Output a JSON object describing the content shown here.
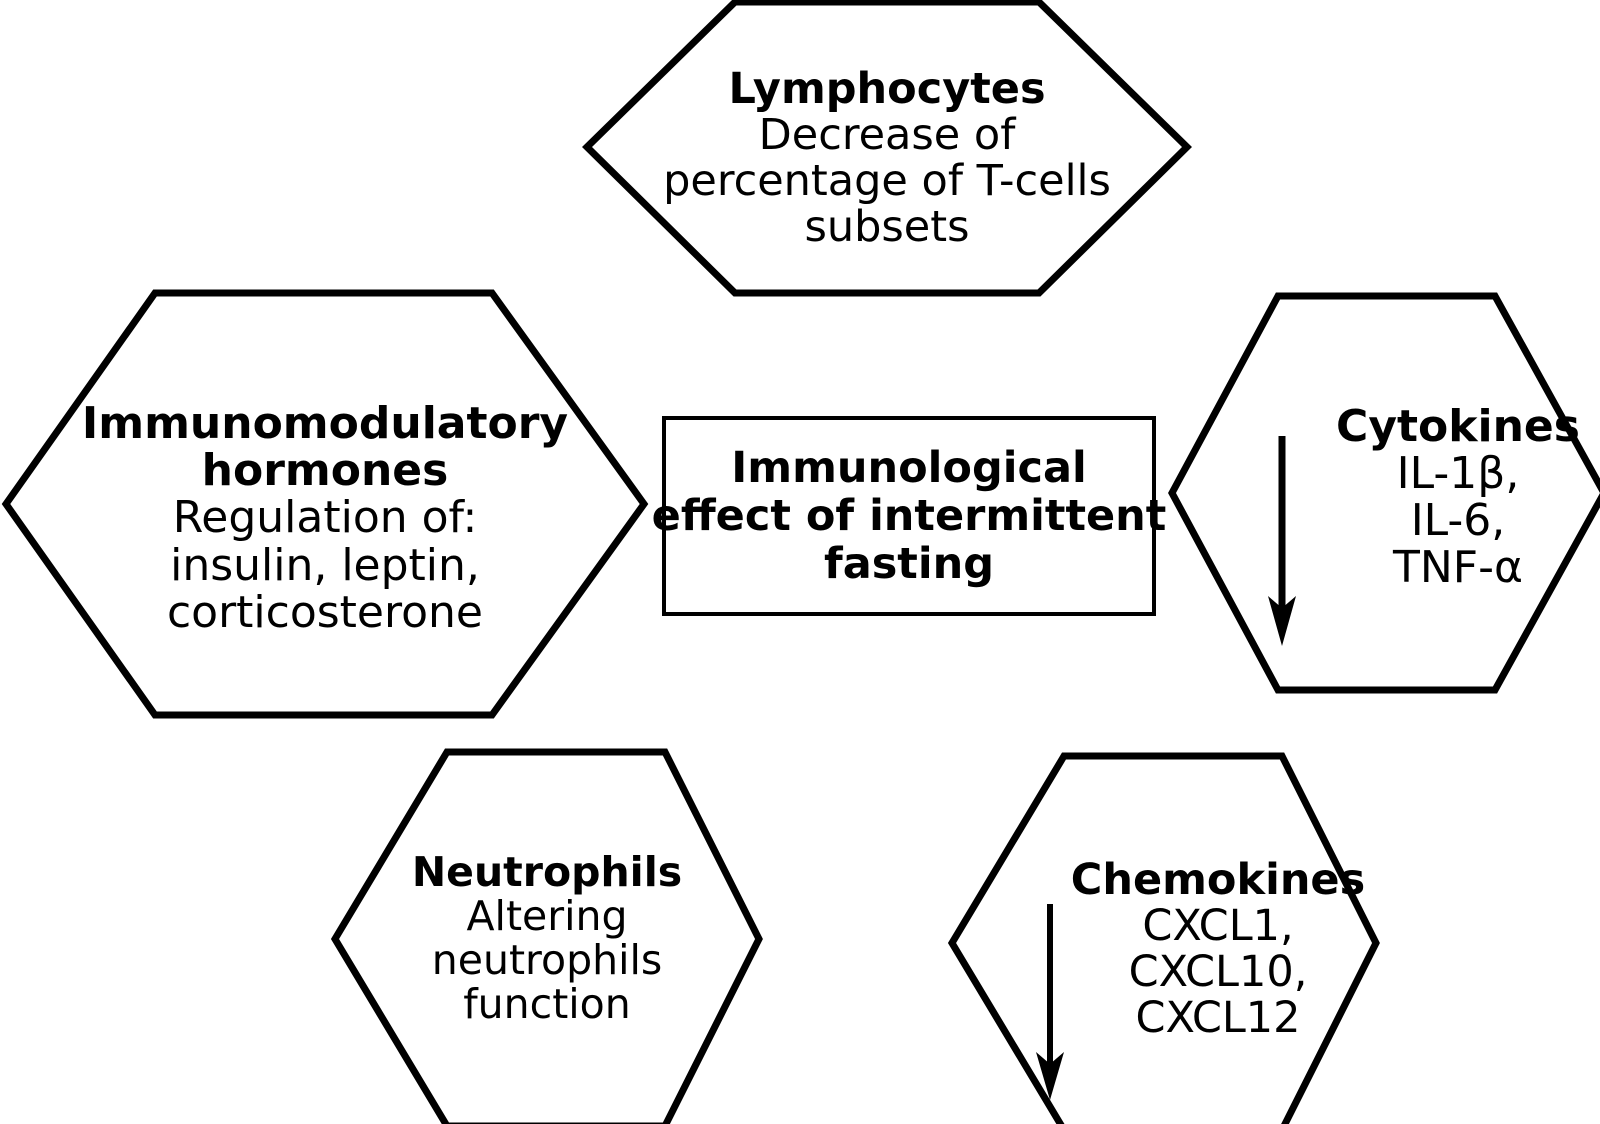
{
  "diagram": {
    "center": {
      "label": "Immunological effect of intermittent fasting",
      "lines": [
        "Immunological",
        "effect of intermittent",
        "fasting"
      ],
      "shape": "rectangle"
    },
    "nodes": [
      {
        "id": "lymphocytes",
        "title": "Lymphocytes",
        "lines": [
          "Decrease of",
          "percentage of T-cells",
          "subsets"
        ],
        "shape": "hexagon",
        "position": "top-center",
        "arrow": null
      },
      {
        "id": "hormones",
        "title_lines": [
          "Immunomodulatory",
          "hormones"
        ],
        "title": "Immunomodulatory hormones",
        "lines": [
          "Regulation of:",
          "insulin, leptin,",
          "corticosterone"
        ],
        "shape": "hexagon",
        "position": "left",
        "arrow": null
      },
      {
        "id": "cytokines",
        "title": "Cytokines",
        "lines": [
          "IL-1β,",
          "IL-6,",
          "TNF-α"
        ],
        "shape": "hexagon",
        "position": "right",
        "arrow": "down"
      },
      {
        "id": "neutrophils",
        "title": "Neutrophils",
        "lines": [
          "Altering",
          "neutrophils",
          "function"
        ],
        "shape": "hexagon",
        "position": "bottom-left",
        "arrow": null
      },
      {
        "id": "chemokines",
        "title": "Chemokines",
        "lines": [
          "CXCL1,",
          "CXCL10,",
          "CXCL12"
        ],
        "shape": "hexagon",
        "position": "bottom-right",
        "arrow": "down"
      }
    ],
    "colors": {
      "stroke": "#000000",
      "fill": "#ffffff",
      "text": "#000000"
    }
  }
}
